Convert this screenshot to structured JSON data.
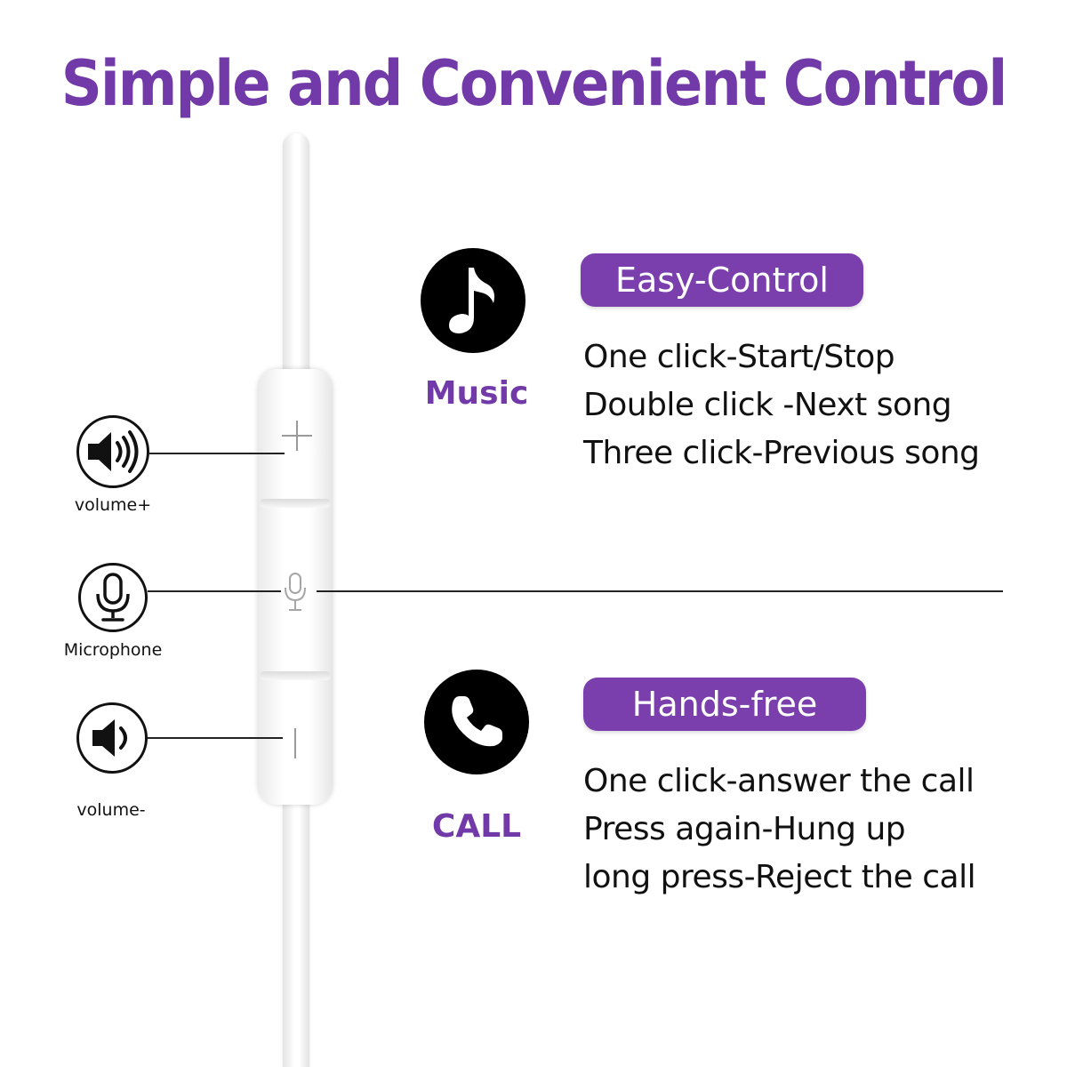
{
  "title": "Simple and Convenient Control",
  "music": {
    "icon": "music-note-icon",
    "label": "Music",
    "badge": "Easy-Control",
    "lines": [
      "One click-Start/Stop",
      "Double click -Next song",
      "Three click-Previous song"
    ]
  },
  "call": {
    "icon": "phone-icon",
    "label": "CALL",
    "badge": "Hands-free",
    "lines": [
      "One click-answer the call",
      "Press again-Hung up",
      "long press-Reject the call"
    ]
  },
  "controls": {
    "volume_up": {
      "icon": "speaker-loud-icon",
      "label": "volume+"
    },
    "microphone": {
      "icon": "microphone-icon",
      "label": "Microphone"
    },
    "volume_down": {
      "icon": "speaker-quiet-icon",
      "label": "volume-"
    }
  },
  "colors": {
    "accent": "#7239a8",
    "badge_bg": "#7a3fac",
    "text": "#111111"
  }
}
